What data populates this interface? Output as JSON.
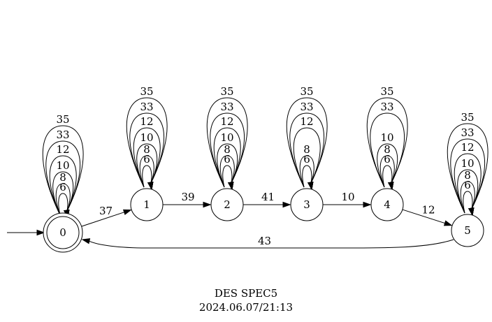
{
  "diagram": {
    "states": [
      {
        "id": "0",
        "label": "0",
        "initial": true,
        "marked": true
      },
      {
        "id": "1",
        "label": "1"
      },
      {
        "id": "2",
        "label": "2"
      },
      {
        "id": "3",
        "label": "3"
      },
      {
        "id": "4",
        "label": "4"
      },
      {
        "id": "5",
        "label": "5"
      }
    ],
    "self_loops": [
      {
        "state": "0",
        "labels": [
          "6",
          "8",
          "10",
          "12",
          "33",
          "35"
        ]
      },
      {
        "state": "1",
        "labels": [
          "6",
          "8",
          "10",
          "12",
          "33",
          "35"
        ]
      },
      {
        "state": "2",
        "labels": [
          "6",
          "8",
          "10",
          "12",
          "33",
          "35"
        ]
      },
      {
        "state": "3",
        "labels": [
          "6",
          "8",
          "12",
          "33",
          "35"
        ]
      },
      {
        "state": "4",
        "labels": [
          "6",
          "8",
          "10",
          "33",
          "35"
        ]
      },
      {
        "state": "5",
        "labels": [
          "6",
          "8",
          "10",
          "12",
          "33",
          "35"
        ]
      }
    ],
    "transitions": [
      {
        "from": "0",
        "to": "1",
        "label": "37"
      },
      {
        "from": "1",
        "to": "2",
        "label": "39"
      },
      {
        "from": "2",
        "to": "3",
        "label": "41"
      },
      {
        "from": "3",
        "to": "4",
        "label": "10"
      },
      {
        "from": "4",
        "to": "5",
        "label": "12"
      },
      {
        "from": "5",
        "to": "0",
        "label": "43"
      }
    ]
  },
  "caption": {
    "title": "DES SPEC5",
    "timestamp": "2024.06.07/21:13"
  }
}
